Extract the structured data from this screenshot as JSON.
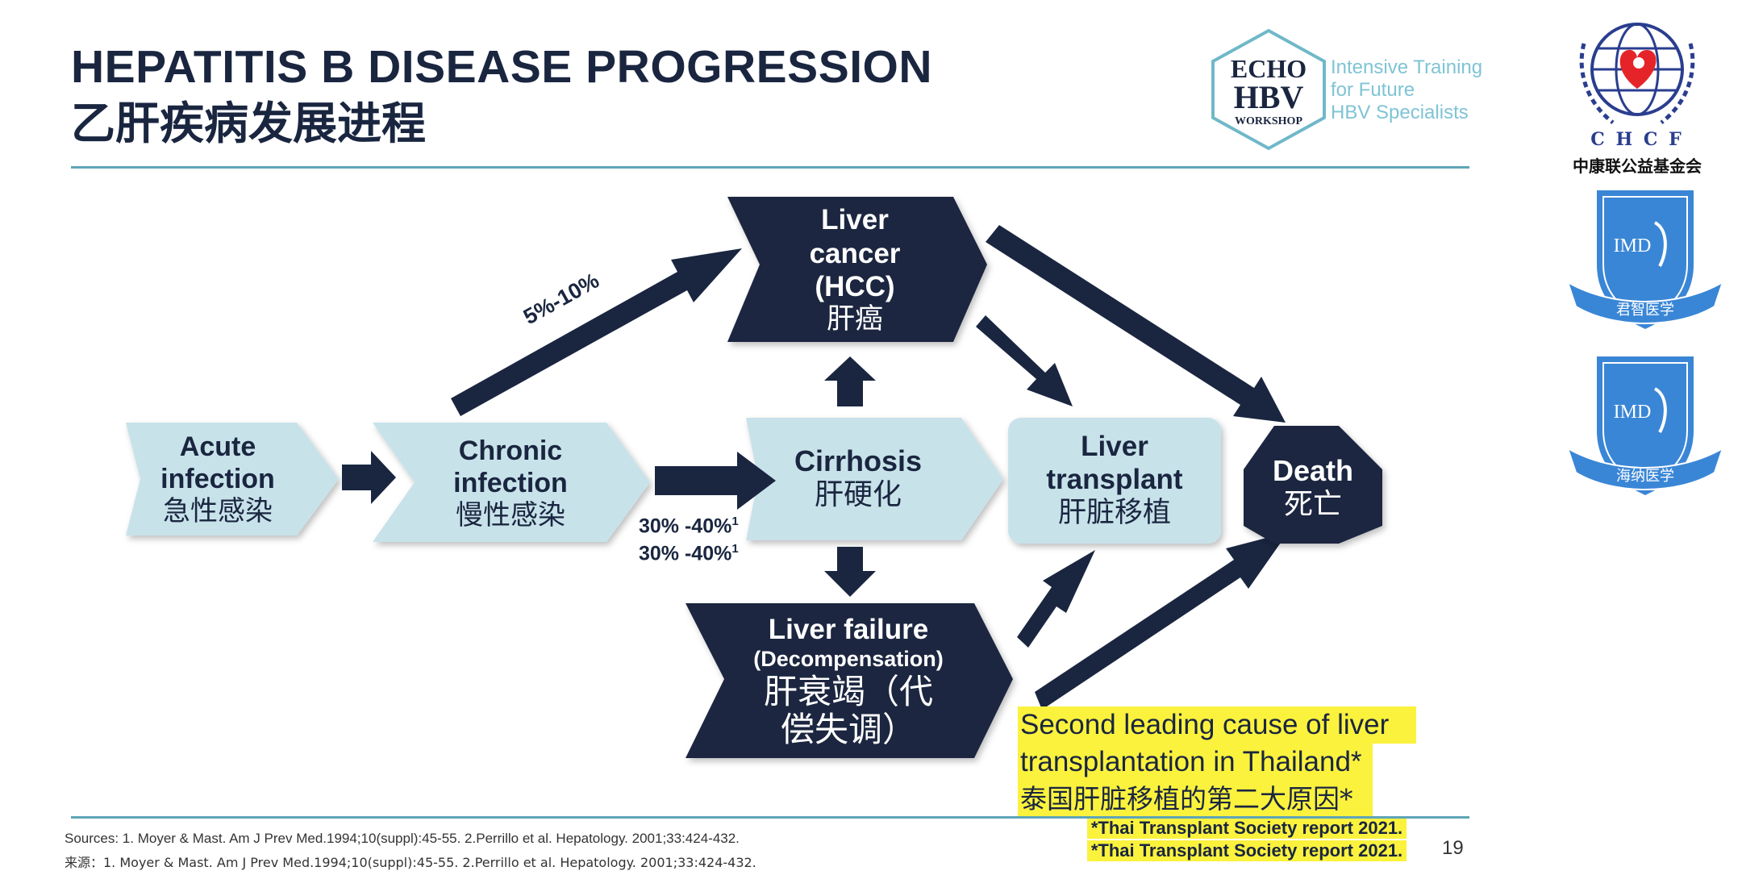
{
  "header": {
    "title_en": "HEPATITIS B DISEASE PROGRESSION",
    "title_zh": "乙肝疾病发展进程",
    "echo_logo": {
      "line1": "ECHO",
      "line2": "HBV",
      "line3": "WORKSHOP"
    },
    "echo_tagline": [
      "Intensive Training",
      "for Future",
      "HBV Specialists"
    ]
  },
  "nodes": {
    "acute": {
      "en": [
        "Acute",
        "infection"
      ],
      "zh": "急性感染"
    },
    "chronic": {
      "en": [
        "Chronic",
        "infection"
      ],
      "zh": "慢性感染"
    },
    "cirrhosis": {
      "en": [
        "Cirrhosis"
      ],
      "zh": "肝硬化"
    },
    "cancer": {
      "en": [
        "Liver",
        "cancer",
        "(HCC)"
      ],
      "zh": "肝癌"
    },
    "failure": {
      "en": "Liver failure",
      "sub": "(Decompensation)",
      "zh": [
        "肝衰竭（代",
        "偿失调）"
      ]
    },
    "transplant": {
      "en": [
        "Liver",
        "transplant"
      ],
      "zh": "肝脏移植"
    },
    "death": {
      "en": "Death",
      "zh": "死亡"
    }
  },
  "percentages": {
    "cancer": "5%-10%",
    "cirrhosis_1": "30% -40%",
    "cirrhosis_2": "30% -40%",
    "superscript": "1"
  },
  "highlight": {
    "line1": "Second leading cause of liver",
    "line2": "transplantation in Thailand*",
    "line3": "泰国肝脏移植的第二大原因*",
    "report1": "*Thai Transplant Society report 2021.",
    "report2": "*Thai Transplant Society report 2021."
  },
  "sources": {
    "en": "Sources: 1. Moyer & Mast. Am J Prev Med.1994;10(suppl):45-55. 2.Perrillo et al. Hepatology. 2001;33:424-432.",
    "zh": "来源：1. Moyer & Mast. Am J Prev Med.1994;10(suppl):45-55. 2.Perrillo et al. Hepatology. 2001;33:424-432."
  },
  "page_number": "19",
  "logos": {
    "chcf": {
      "letters": "C H C F",
      "name": "中康联公益基金会"
    },
    "imd1": {
      "text": "IMD",
      "banner": "君智医学"
    },
    "imd2": {
      "text": "IMD",
      "banner": "海纳医学"
    }
  },
  "colors": {
    "dark_navy": "#1a2640",
    "light_blue": "#c8e2ea",
    "teal_line": "#5fa5b8",
    "highlight_yellow": "#fbf23d",
    "logo_blue": "#3a86d6"
  }
}
